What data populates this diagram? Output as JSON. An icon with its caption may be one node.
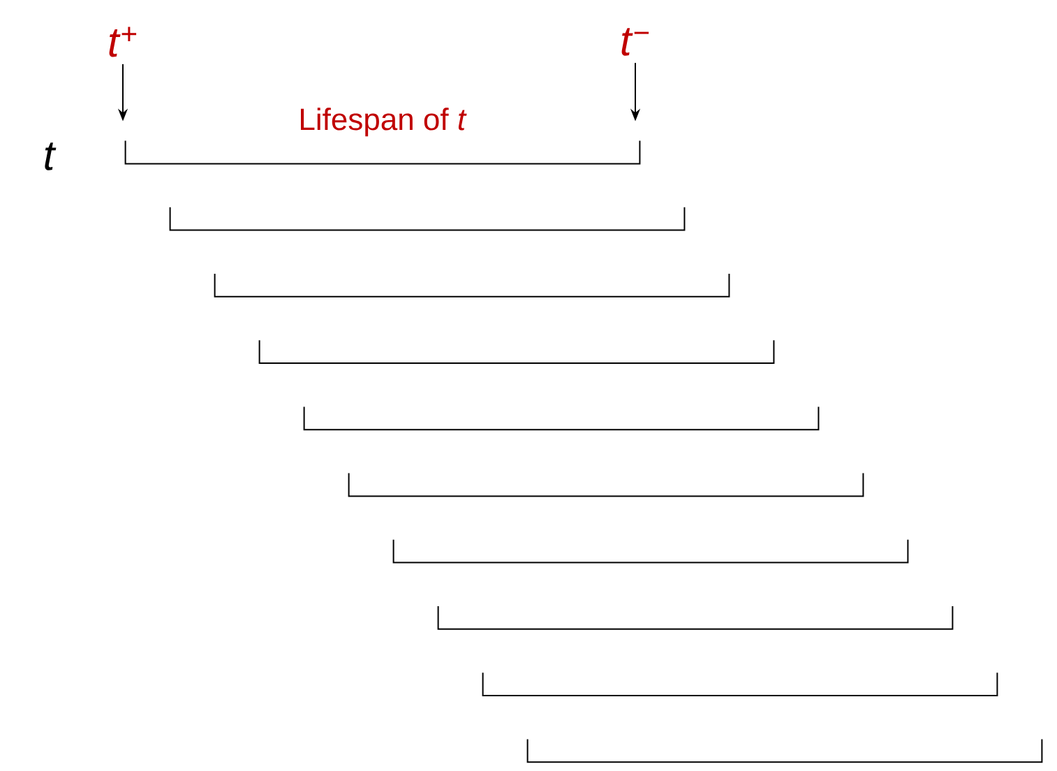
{
  "diagram": {
    "nodes": [
      {
        "text": [
          "*t*$^{+}$"
        ]
      },
      {
        "text": [
          "*t*$^{−}$"
        ]
      },
      {
        "text": [],
        "shape": "bracket",
        "beside": [
          "Lifespan of *t*"
        ]
      },
      {
        "text": [],
        "shape": "bracket"
      },
      {
        "text": [],
        "shape": "bracket"
      },
      {
        "text": [],
        "shape": "bracket"
      },
      {
        "text": [],
        "shape": "bracket"
      },
      {
        "text": [],
        "shape": "bracket"
      },
      {
        "text": [],
        "shape": "bracket"
      },
      {
        "text": [],
        "shape": "bracket"
      },
      {
        "text": [],
        "shape": "bracket"
      },
      {
        "text": [],
        "shape": "bracket"
      }
    ],
    "edges": [
      {
        "from": 0,
        "to": 2,
        "arrow": "to"
      },
      {
        "from": 1,
        "to": 2,
        "arrow": "to"
      }
    ],
    "labels": [
      "t"
    ]
  }
}
